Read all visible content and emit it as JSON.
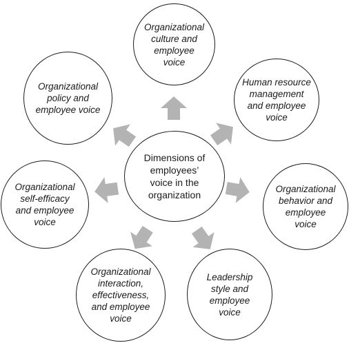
{
  "center": {
    "label": "Dimensions of\nemployees’\nvoice in the\norganization"
  },
  "nodes": [
    {
      "label": "Organizational\nculture and\nemployee\nvoice"
    },
    {
      "label": "Human resource\nmanagement\nand employee\nvoice"
    },
    {
      "label": "Organizational\nbehavior and\nemployee\nvoice"
    },
    {
      "label": "Leadership\nstyle and\nemployee\nvoice"
    },
    {
      "label": "Organizational\ninteraction,\neffectiveness,\nand employee\nvoice"
    },
    {
      "label": "Organizational\nself-efficacy\nand employee\nvoice"
    },
    {
      "label": "Organizational\npolicy and\nemployee voice"
    }
  ],
  "colors": {
    "arrow": "#b3b3b3",
    "border": "#1a1a1a",
    "text": "#1a1a1a"
  }
}
